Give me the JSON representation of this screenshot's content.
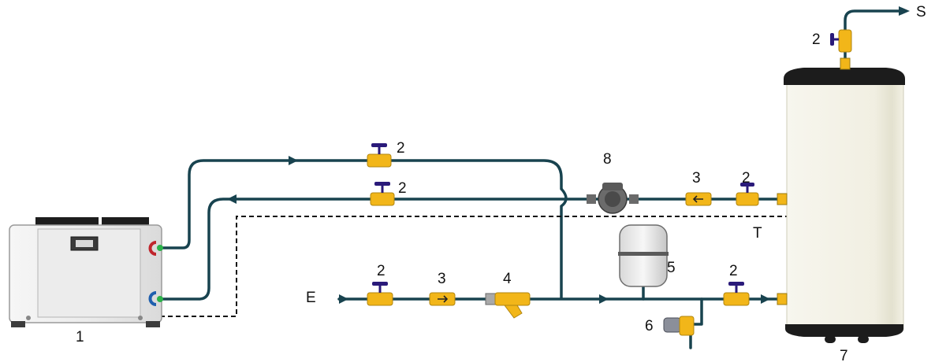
{
  "labels": {
    "heat_pump": "1",
    "valve_supply": "2",
    "valve_return": "2",
    "valve_tank_top": "2",
    "valve_inlet": "2",
    "valve_tank_return": "2",
    "valve_outlet": "2",
    "check_valve_inlet": "3",
    "check_valve_return": "3",
    "filter": "4",
    "expansion_tank": "5",
    "safety_valve": "6",
    "water_tank": "7",
    "pump": "8",
    "inlet": "E",
    "outlet": "S",
    "sensor": "T"
  },
  "colors": {
    "pipe": "#18434f",
    "valve_body": "#f2b619",
    "valve_handle": "#2a1a7a",
    "tank_body": "#f1efe2",
    "tank_cap": "#1c1c1c",
    "unit_body": "#eeeeee"
  },
  "icons": [
    "ball-valve-icon",
    "check-valve-icon",
    "y-strainer-icon",
    "circulation-pump-icon",
    "expansion-vessel-icon",
    "safety-valve-icon"
  ]
}
